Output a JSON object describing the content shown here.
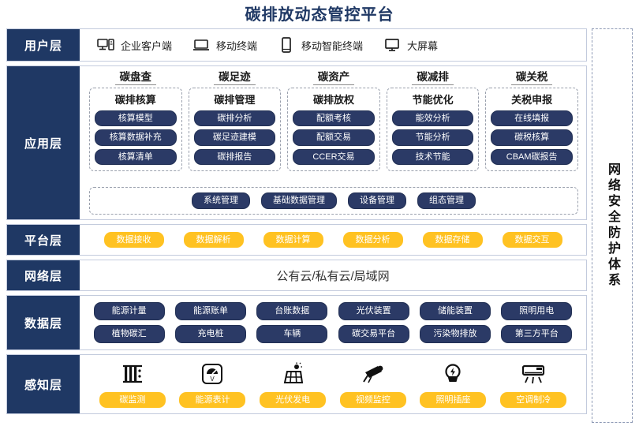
{
  "title": "碳排放动态管控平台",
  "security_column": {
    "label": "网络安全防护体系"
  },
  "layers": {
    "user": {
      "label": "用户层",
      "items": [
        {
          "label": "企业客户端",
          "icon": "desktop-tower-icon"
        },
        {
          "label": "移动终端",
          "icon": "laptop-icon"
        },
        {
          "label": "移动智能终端",
          "icon": "smartphone-icon"
        },
        {
          "label": "大屏幕",
          "icon": "monitor-icon"
        }
      ]
    },
    "application": {
      "label": "应用层",
      "columns": [
        {
          "title": "碳盘查",
          "subtitle": "碳排核算",
          "items": [
            "核算模型",
            "核算数据补充",
            "核算清单"
          ]
        },
        {
          "title": "碳足迹",
          "subtitle": "碳排管理",
          "items": [
            "碳排分析",
            "碳足迹建模",
            "碳排报告"
          ]
        },
        {
          "title": "碳资产",
          "subtitle": "碳排放权",
          "items": [
            "配额考核",
            "配额交易",
            "CCER交易"
          ]
        },
        {
          "title": "碳减排",
          "subtitle": "节能优化",
          "items": [
            "能效分析",
            "节能分析",
            "技术节能"
          ]
        },
        {
          "title": "碳关税",
          "subtitle": "关税申报",
          "items": [
            "在线填报",
            "碳税核算",
            "CBAM碳报告"
          ]
        }
      ],
      "management": [
        "系统管理",
        "基础数据管理",
        "设备管理",
        "组态管理"
      ]
    },
    "platform": {
      "label": "平台层",
      "items": [
        "数据接收",
        "数据解析",
        "数据计算",
        "数据分析",
        "数据存储",
        "数据交互"
      ]
    },
    "network": {
      "label": "网络层",
      "text": "公有云/私有云/局域网"
    },
    "data": {
      "label": "数据层",
      "row1": [
        "能源计量",
        "能源账单",
        "台账数据",
        "光伏装置",
        "储能装置",
        "照明用电"
      ],
      "row2": [
        "植物碳汇",
        "充电桩",
        "车辆",
        "碳交易平台",
        "污染物排放",
        "第三方平台"
      ]
    },
    "sense": {
      "label": "感知层",
      "items": [
        {
          "label": "碳监测",
          "icon": "carbon-monitor-icon"
        },
        {
          "label": "能源表计",
          "icon": "gauge-meter-icon"
        },
        {
          "label": "光伏发电",
          "icon": "solar-panel-icon"
        },
        {
          "label": "视频监控",
          "icon": "cctv-camera-icon"
        },
        {
          "label": "照明插座",
          "icon": "light-bulb-icon"
        },
        {
          "label": "空调制冷",
          "icon": "air-conditioner-icon"
        }
      ]
    }
  },
  "colors": {
    "navy": "#1F3864",
    "chip_navy": "#2b3a66",
    "amber": "#FFC222",
    "panel_border": "#c3cbdd"
  }
}
